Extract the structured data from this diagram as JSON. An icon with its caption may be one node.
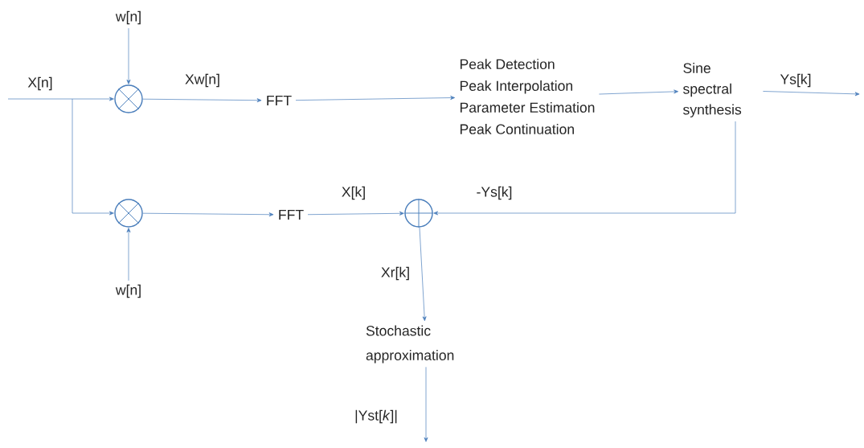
{
  "diagram": {
    "nodes": [
      {
        "text": [
          "w[n]"
        ]
      },
      {
        "text": [],
        "shape": "multiplier"
      },
      {
        "text": [
          "FFT"
        ]
      },
      {
        "text": [
          "Peak Detection",
          "Peak Interpolation",
          "Parameter Estimation",
          "Peak Continuation"
        ]
      },
      {
        "text": [
          "Sine spectral synthesis"
        ]
      },
      {
        "text": [],
        "shape": "multiplier"
      },
      {
        "text": [
          "FFT"
        ]
      },
      {
        "text": [],
        "shape": "adder"
      },
      {
        "text": [
          "w[n]"
        ]
      },
      {
        "text": [
          "Stochastic approximation"
        ]
      }
    ],
    "edges": [
      {
        "from": null,
        "to": 1,
        "arrow": "to",
        "label": "X[n]"
      },
      {
        "from": null,
        "to": 5,
        "arrow": "to"
      },
      {
        "from": 0,
        "to": 1,
        "arrow": "to"
      },
      {
        "from": 1,
        "to": 2,
        "arrow": "to",
        "label": "Xw[n]"
      },
      {
        "from": 2,
        "to": 3,
        "arrow": "to"
      },
      {
        "from": 3,
        "to": 4,
        "arrow": "to"
      },
      {
        "from": 4,
        "to": null,
        "arrow": "to",
        "label": "Ys[k]"
      },
      {
        "from": 4,
        "to": 7,
        "arrow": "to",
        "label": "-Ys[k]"
      },
      {
        "from": 5,
        "to": 6,
        "arrow": "to"
      },
      {
        "from": 8,
        "to": 5,
        "arrow": "to"
      },
      {
        "from": 6,
        "to": 7,
        "arrow": "to",
        "label": "X[k]"
      },
      {
        "from": 7,
        "to": 9,
        "arrow": "to",
        "label": "Xr[k]"
      },
      {
        "from": 9,
        "to": null,
        "arrow": "to",
        "label": "|Yst[*k*]|"
      }
    ]
  }
}
